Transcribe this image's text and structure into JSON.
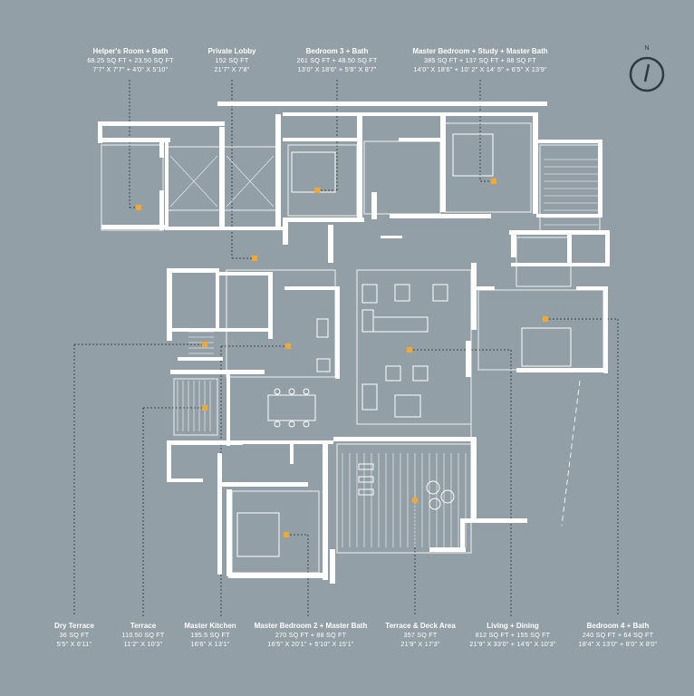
{
  "compass": {
    "north_label": "N"
  },
  "top_labels": [
    {
      "name": "Helper's Room + Bath",
      "area": "68.25 SQ FT + 23.50 SQ FT",
      "dims": "7'7\" X 7'7\" + 4'0\" X 5'10\""
    },
    {
      "name": "Private Lobby",
      "area": "152 SQ FT",
      "dims": "21'7\" X 7'8\""
    },
    {
      "name": "Bedroom 3 + Bath",
      "area": "261 SQ FT + 48.50 SQ FT",
      "dims": "13'0\" X 18'6\" + 5'8\" X 8'7\""
    },
    {
      "name": "Master Bedroom + Study + Master Bath",
      "area": "385 SQ FT + 137 SQ FT + 88 SQ FT",
      "dims": "14'0\" X 18'6\" + 10' 2\" X 14' 5\" + 6'5\" X 13'9\""
    }
  ],
  "bottom_labels": [
    {
      "name": "Dry Terrace",
      "area": "36 SQ FT",
      "dims": "5'5\" X 6'11\""
    },
    {
      "name": "Terrace",
      "area": "110.50 SQ FT",
      "dims": "11'2\" X 10'3\""
    },
    {
      "name": "Master Kitchen",
      "area": "195.5 SQ FT",
      "dims": "16'6\" X 13'1\""
    },
    {
      "name": "Master Bedroom 2 + Master Bath",
      "area": "270 SQ FT + 88 SQ FT",
      "dims": "16'5\" X 20'1\" + 5'10\" X 15'1\""
    },
    {
      "name": "Terrace & Deck Area",
      "area": "357 SQ FT",
      "dims": "21'9\" X 17'3\""
    },
    {
      "name": "Living + Dining",
      "area": "812 SQ FT + 155 SQ FT",
      "dims": "21'9\" X 33'0\" + 14'6\" X 10'3\""
    },
    {
      "name": "Bedroom 4 + Bath",
      "area": "240 SQ FT + 64 SQ FT",
      "dims": "18'4\" X 13'0\" + 8'0\" X 8'0\""
    }
  ],
  "colors": {
    "background": "#929fa6",
    "walls": "#ffffff",
    "marker": "#f0a830",
    "leader": "#3a444a"
  }
}
